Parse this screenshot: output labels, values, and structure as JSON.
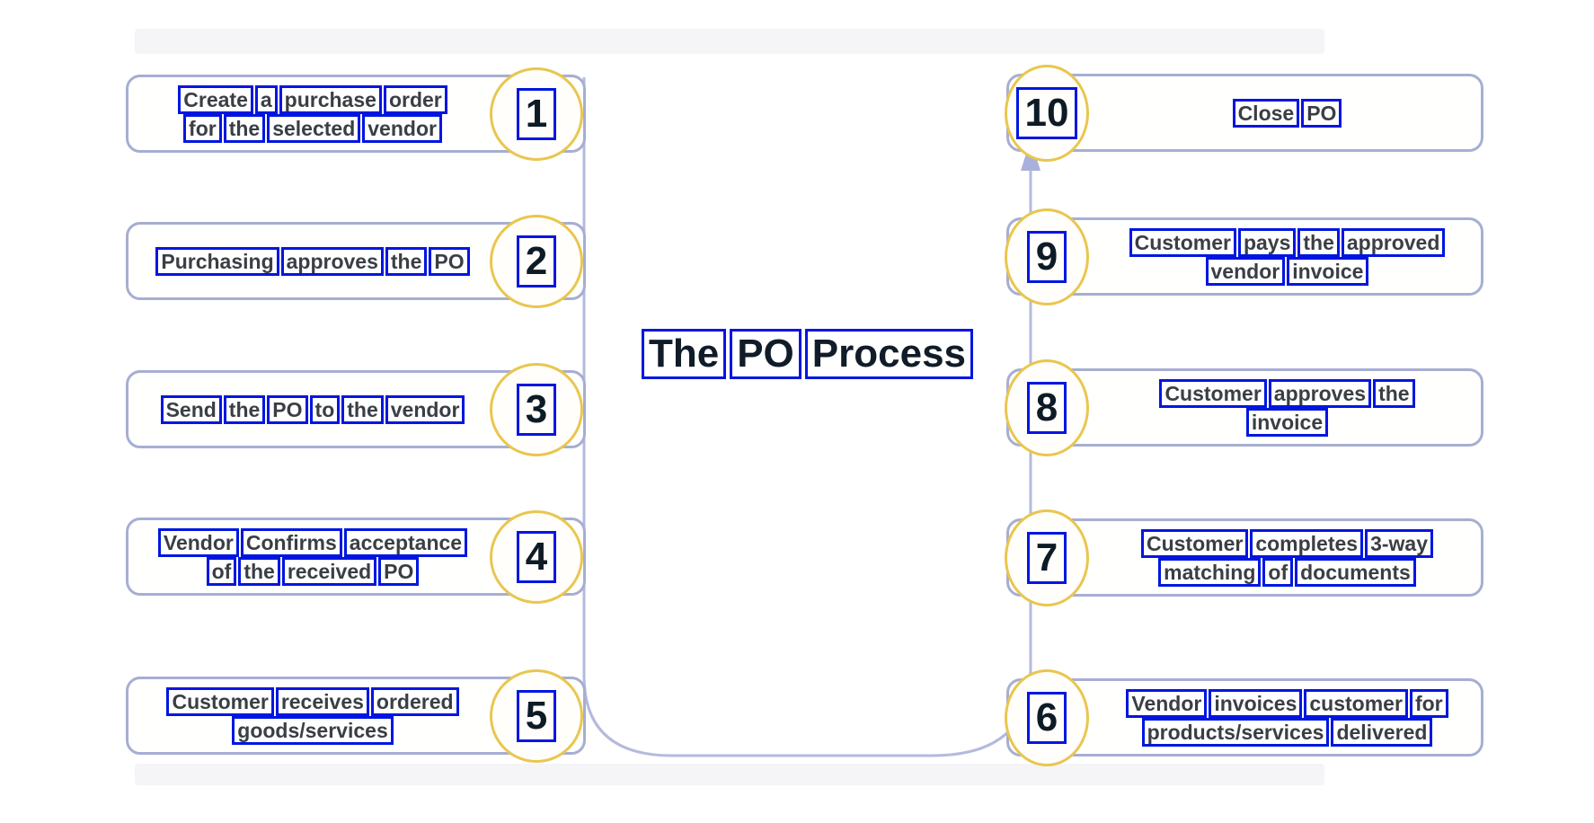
{
  "title": {
    "words": [
      "The",
      "PO",
      "Process"
    ]
  },
  "colors": {
    "box_border": "#a6aed2",
    "circle_border": "#e9c64f",
    "word_box_border": "#0016e0",
    "step_text": "#3a3e45",
    "number_text": "#0d1b26",
    "title_text": "#111c29",
    "flow_line": "#b4bade",
    "arrow_fill": "#a9b0dc"
  },
  "icons": {
    "flow_arrow": "up-arrow-icon"
  },
  "left_steps": [
    {
      "number": "1",
      "lines": [
        [
          "Create",
          "a",
          "purchase",
          "order"
        ],
        [
          "for",
          "the",
          "selected",
          "vendor"
        ]
      ]
    },
    {
      "number": "2",
      "lines": [
        [
          "Purchasing",
          "approves",
          "the",
          "PO"
        ]
      ]
    },
    {
      "number": "3",
      "lines": [
        [
          "Send",
          "the",
          "PO",
          "to",
          "the",
          "vendor"
        ]
      ]
    },
    {
      "number": "4",
      "lines": [
        [
          "Vendor",
          "Confirms",
          "acceptance"
        ],
        [
          "of",
          "the",
          "received",
          "PO"
        ]
      ]
    },
    {
      "number": "5",
      "lines": [
        [
          "Customer",
          "receives",
          "ordered"
        ],
        [
          "goods/services"
        ]
      ]
    }
  ],
  "right_steps": [
    {
      "number": "10",
      "lines": [
        [
          "Close",
          "PO"
        ]
      ]
    },
    {
      "number": "9",
      "lines": [
        [
          "Customer",
          "pays",
          "the",
          "approved"
        ],
        [
          "vendor",
          "invoice"
        ]
      ]
    },
    {
      "number": "8",
      "lines": [
        [
          "Customer",
          "approves",
          "the"
        ],
        [
          "invoice"
        ]
      ]
    },
    {
      "number": "7",
      "lines": [
        [
          "Customer",
          "completes",
          "3-way"
        ],
        [
          "matching",
          "of",
          "documents"
        ]
      ]
    },
    {
      "number": "6",
      "lines": [
        [
          "Vendor",
          "invoices",
          "customer",
          "for"
        ],
        [
          "products/services",
          "delivered"
        ]
      ]
    }
  ]
}
